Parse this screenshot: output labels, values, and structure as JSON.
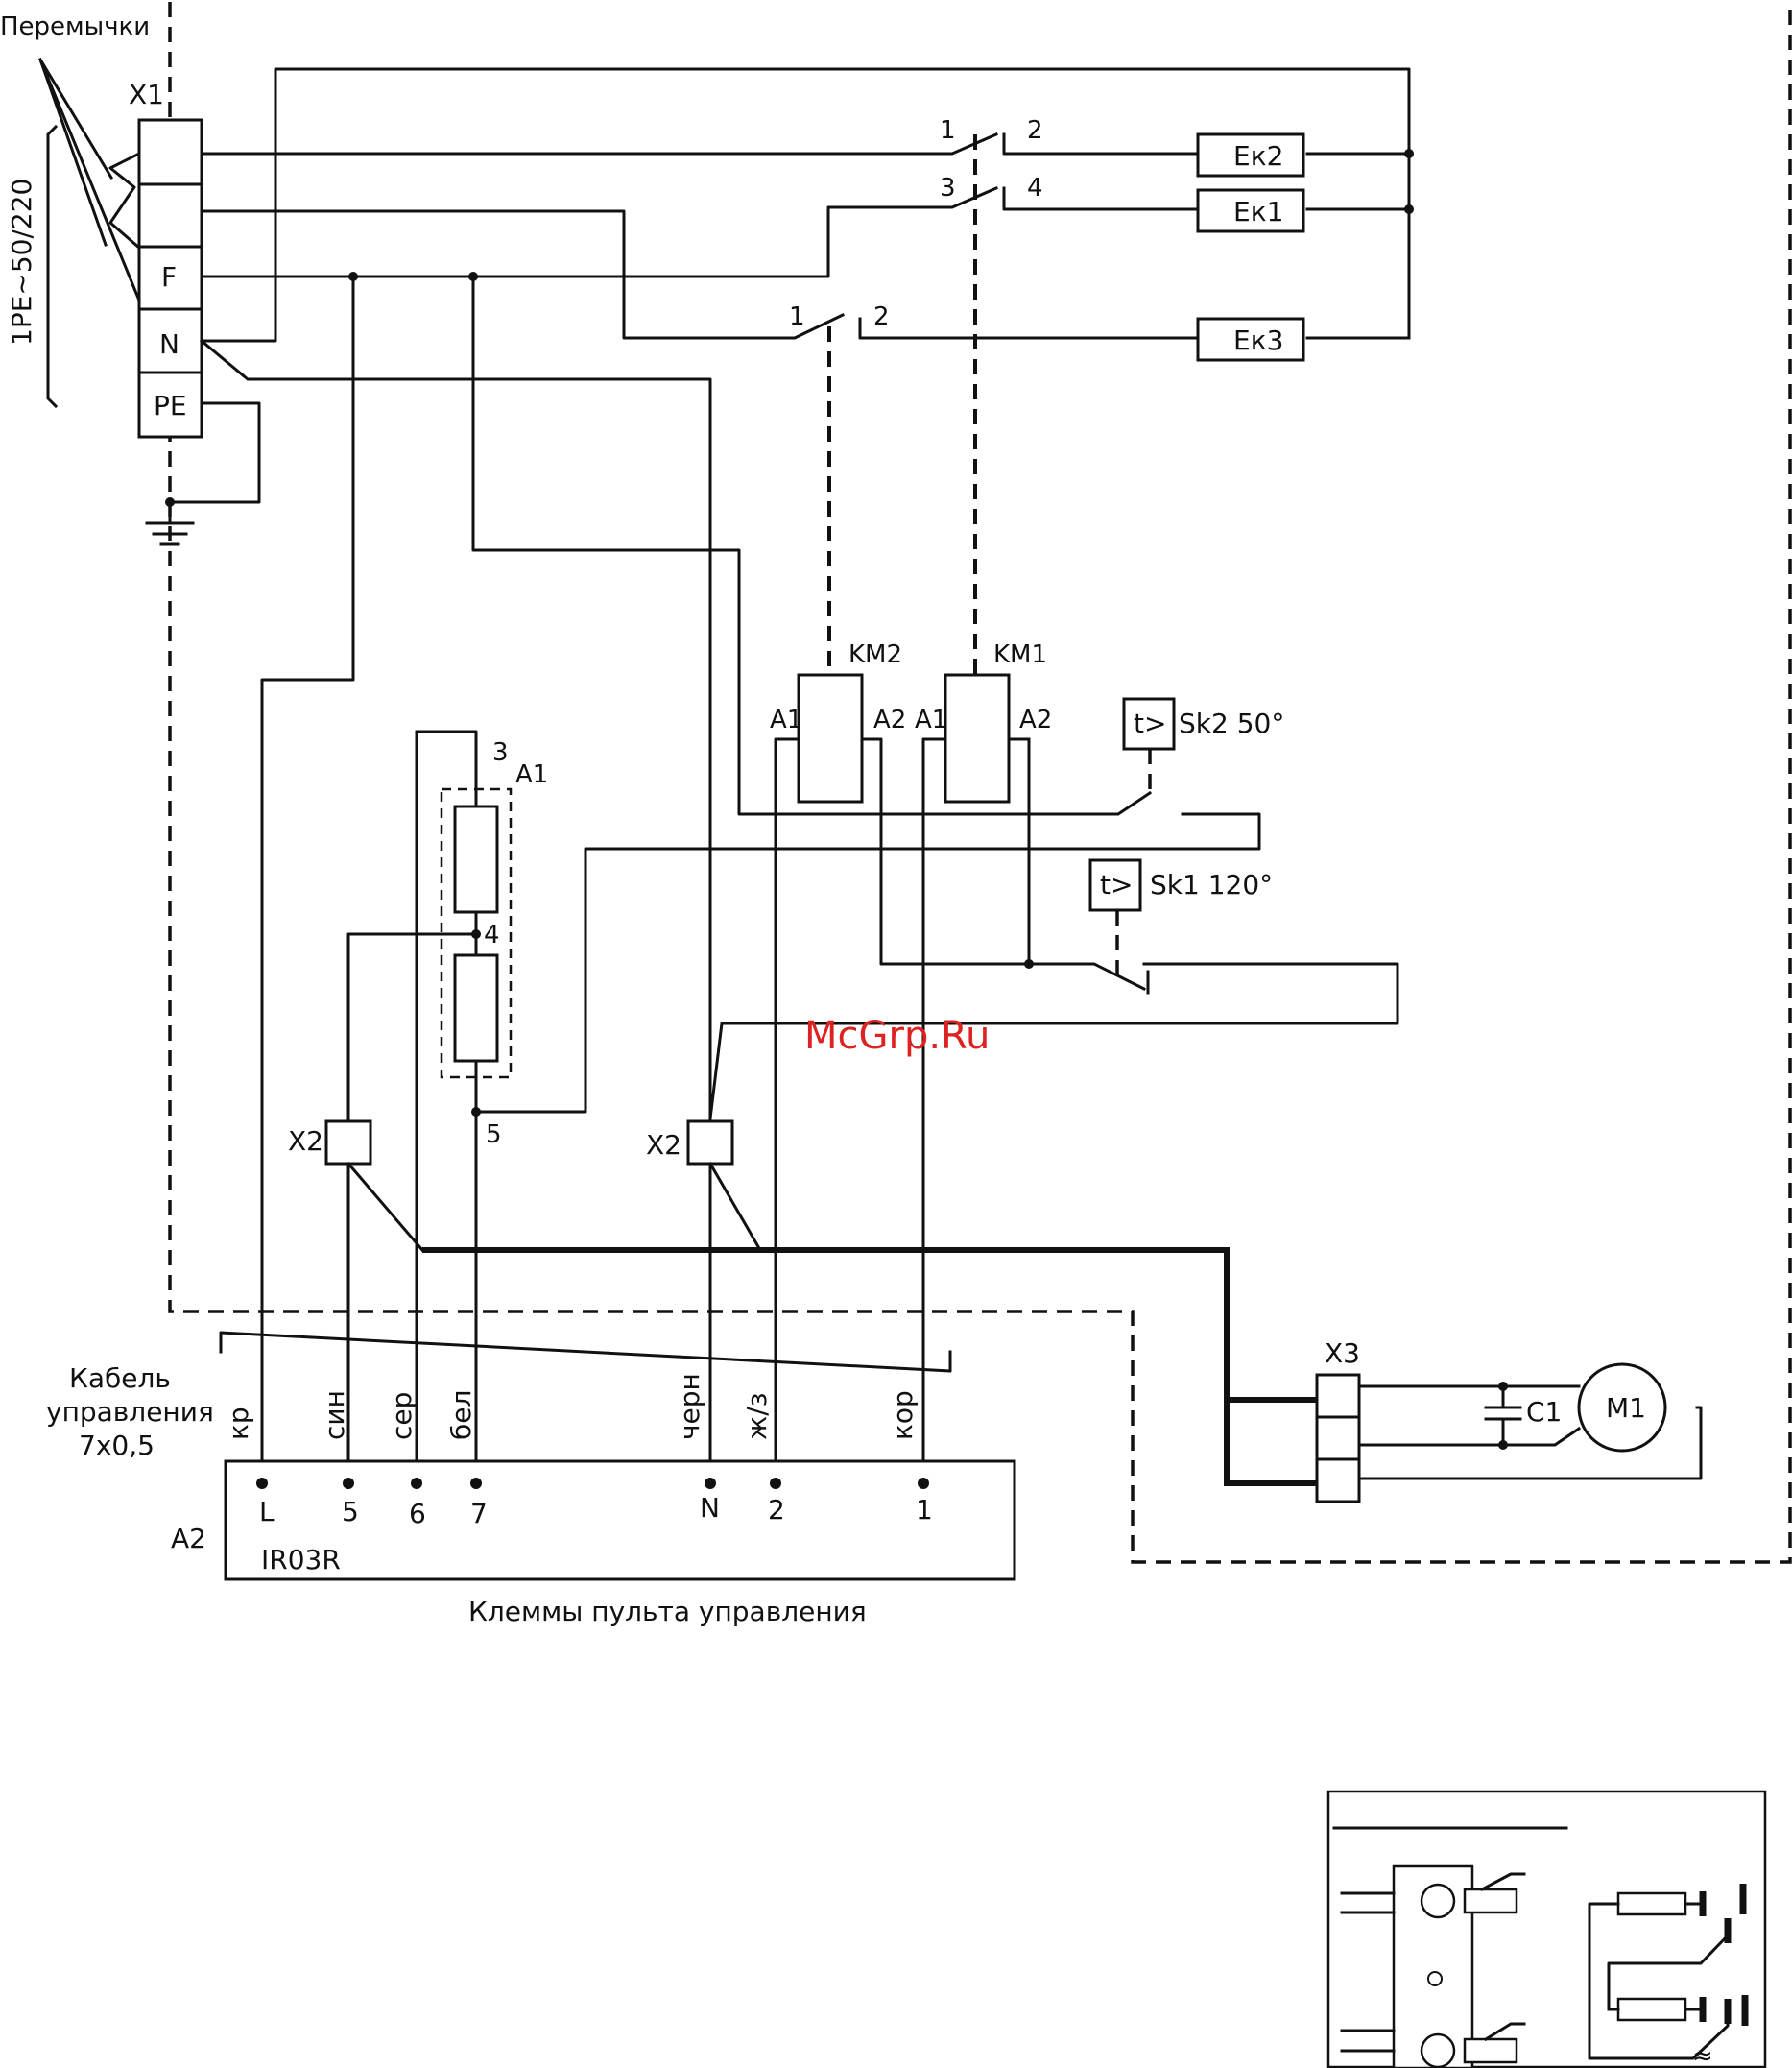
{
  "jumpers_label": "Перемычки",
  "supply_label": "1PE~50/220",
  "x1": {
    "ref": "X1",
    "terminals": [
      "",
      "",
      "F",
      "N",
      "PE"
    ]
  },
  "heaters": [
    "Ек2",
    "Ек1",
    "Ек3"
  ],
  "contacts": {
    "km1_top": [
      "1",
      "2"
    ],
    "km1_bottom": [
      "3",
      "4"
    ],
    "km2": [
      "1",
      "2"
    ]
  },
  "contactors": [
    {
      "ref": "KM2",
      "a1": "A1",
      "a2": "A2"
    },
    {
      "ref": "KM1",
      "a1": "A1",
      "a2": "A2"
    }
  ],
  "thermostats": [
    {
      "ref": "Sk2 50°",
      "symbol": "t>"
    },
    {
      "ref": "Sk1 120°",
      "symbol": "t>"
    }
  ],
  "sensor": {
    "ref": "A1",
    "pins": [
      "3",
      "4",
      "5"
    ]
  },
  "x2_label": "X2",
  "x3_label": "X3",
  "capacitor": "C1",
  "motor": "M1",
  "cable_label": [
    "Кабель",
    "управления",
    "7х0,5"
  ],
  "wire_colors": [
    "кр",
    "син",
    "сер",
    "бел",
    "черн",
    "ж/з",
    "кор"
  ],
  "terminals_a2": [
    "L",
    "5",
    "6",
    "7",
    "N",
    "2",
    "1"
  ],
  "a2_ref": "A2",
  "a2_model": "IR03R",
  "panel_caption": "Клеммы пульта управления",
  "watermark": "McGrp.Ru",
  "inset_note": "≈"
}
